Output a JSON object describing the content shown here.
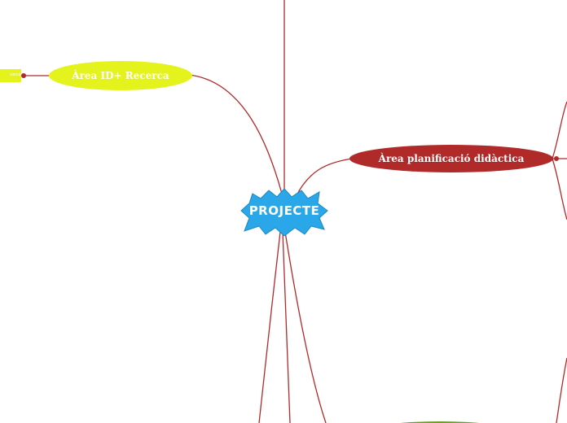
{
  "central_topic": {
    "label": "PROJECTE",
    "color": "#2aa7e8"
  },
  "branches": [
    {
      "id": "research",
      "label": "Àrea  ID+ Recerca",
      "color": "#e4f31c"
    },
    {
      "id": "planning",
      "label": "Àrea planificació didàctica",
      "color": "#b02a2a"
    },
    {
      "id": "bottom",
      "label": "",
      "color": "#6a9e2a"
    }
  ],
  "subtopics": [
    {
      "id": "research-child",
      "label": "cerca",
      "color": "#e4f31c"
    }
  ],
  "connector_color": "#b02a2a"
}
